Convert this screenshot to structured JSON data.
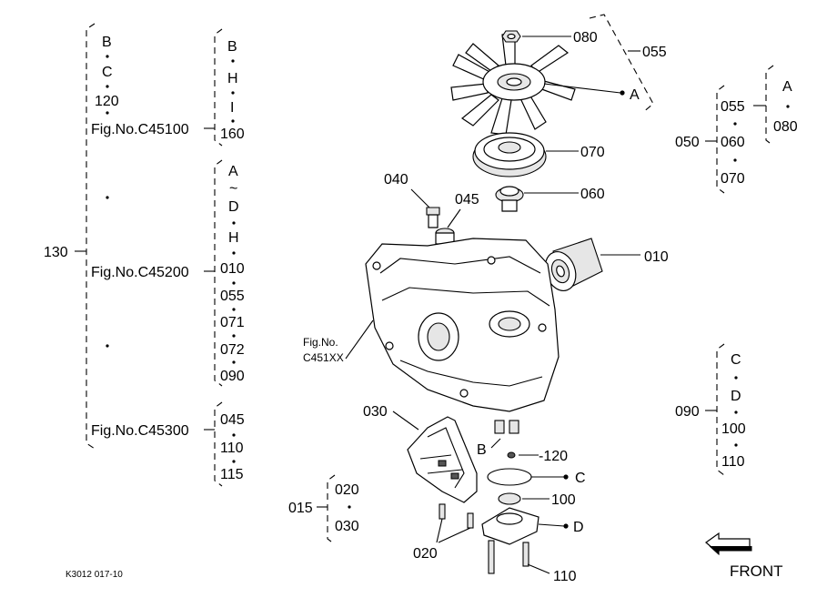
{
  "figure_code": "K3012 017-10",
  "front_label": "FRONT",
  "left_tree": {
    "root": "130",
    "group1_items": [
      "B",
      "C",
      "120"
    ],
    "group1_fig": "Fig.No.C45100",
    "group1_sub": [
      "B",
      "H",
      "I",
      "160"
    ],
    "group2_fig": "Fig.No.C45200",
    "group2_sub": [
      "A",
      "~",
      "D",
      "H",
      "010",
      "055",
      "071",
      "072",
      "090"
    ],
    "group3_fig": "Fig.No.C45300",
    "group3_sub": [
      "045",
      "110",
      "115"
    ]
  },
  "fig_ref": {
    "line1": "Fig.No.",
    "line2": "C451XX"
  },
  "group_015": {
    "root": "015",
    "items": [
      "020",
      "030"
    ]
  },
  "group_050": {
    "root": "050",
    "items": [
      "055",
      "060",
      "070"
    ],
    "sub": [
      "A",
      "080"
    ]
  },
  "group_090": {
    "root": "090",
    "items": [
      "C",
      "D",
      "100",
      "110"
    ]
  },
  "callouts": {
    "c080": "080",
    "c055": "055",
    "cA": "A",
    "c070": "070",
    "c060": "060",
    "c040": "040",
    "c045": "045",
    "c010": "010",
    "c030": "030",
    "cB": "B",
    "c120": "-120",
    "cC": "C",
    "c100": "100",
    "cD": "D",
    "c020": "020",
    "c110": "110"
  }
}
